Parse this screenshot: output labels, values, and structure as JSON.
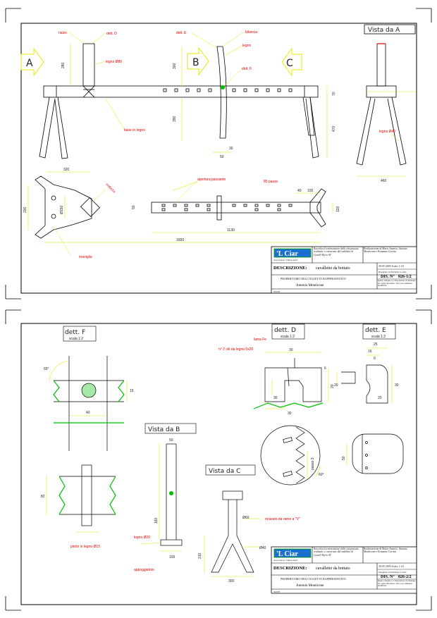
{
  "colors": {
    "outline": "#000000",
    "dimension": "#e8e800",
    "label_red": "#e00000",
    "cut_green": "#00c000",
    "logo_blue": "#1a6fd0",
    "logo_green": "#00a000"
  },
  "sheet1": {
    "view_markers": [
      "A",
      "B",
      "C"
    ],
    "vista_title": "Vista da A",
    "labels": {
      "rialzo": "rialzo",
      "dett_d": "dett. D",
      "dett_e": "dett. E",
      "bilancia": "bilancia",
      "legno": "legno",
      "dett_f": "dett. F",
      "legno_80": "legno Ø80",
      "base_legno": "base in legno",
      "legno_40": "legno Ø40",
      "apertura_passante": "apertura passante",
      "passo": "85 passo",
      "rinforzo": "rinforzo",
      "maniglia": "maniglia"
    },
    "dims": {
      "d280": "280",
      "d300": "300",
      "d390": "390",
      "d70": "70",
      "d470": "470",
      "d30": "30",
      "d50": "50",
      "d320": "320",
      "d200": "200",
      "d150": "Ø150",
      "d50b": "50",
      "d40": "40",
      "d100": "100",
      "d120": "120",
      "d1130": "1130",
      "d1650": "1650",
      "d460": "460"
    },
    "title_block": {
      "logo": "'L Ciar",
      "logo_sub": "Associazione \"Chièssa mete\"",
      "description_text": "Raccolta di testimonianze della vita passata, realizzate e conservate dal sodalizio di Castell'Alfero AT",
      "authors": "Realizzazione di Mario Amerio, Antonio Monticone e Ermanno Corrias",
      "date_scale": "30-05-2005 Scala: 1:10",
      "drawn_by": "Disegnato da Ermanno Corrias",
      "descrizione_label": "DESCRIZIONE:",
      "descrizione_value": "cavalletto da bottaio",
      "dis_label": "DIS. N°",
      "dis_value": "026-1/2",
      "owner_label": "PROPRIETARIO DELL'OGGETTO RAPPRESENTATO",
      "owner_value": "Antonio Monticone",
      "notice": "Questo disegno è a disposizione di chiunque ne voglia riprodurre. Non sono ammesse modifiche.",
      "note_label": "NOTE"
    }
  },
  "sheet2": {
    "dett_f": {
      "title": "dett. F",
      "scale": "scala 1:2"
    },
    "dett_d": {
      "title": "dett. D",
      "scale": "scala 1:2"
    },
    "dett_e": {
      "title": "dett. E",
      "scale": "scala 1:2"
    },
    "vista_b": "Vista da B",
    "vista_c": "Vista da C",
    "labels": {
      "lama_fe": "lama Fe",
      "viti": "n° 2 viti da legno 5x20",
      "perno": "pirolo in legno Ø15",
      "legno_20": "legno Ø20",
      "appoggiatoio": "appoggiatoio",
      "ricavato": "ricavato da ramo a \"V\"",
      "legno_60": "Ø60",
      "legno_40": "Ø40"
    },
    "dims": {
      "a65": "65°",
      "d15": "15",
      "d40": "40",
      "d82": "82",
      "d50": "50",
      "d160": "160",
      "d100": "100",
      "d30": "30",
      "d6": "6",
      "d20": "20",
      "d25": "25",
      "d16": "16",
      "d60deg": "60°",
      "d210": "210",
      "d300": "300",
      "passo3": "passo 3"
    },
    "title_block": {
      "logo": "'L Ciar",
      "logo_sub": "Associazione \"Chièssa mete\"",
      "description_text": "Raccolta di testimonianze della vita passata, realizzate e conservate dal sodalizio di Castell'Alfero AT",
      "authors": "Realizzazione di Mario Amerio, Antonio Monticone e Ermanno Corrias",
      "date_scale": "30-05-2005 Scala: 1:10",
      "drawn_by": "Disegnato da Ermanno Corrias",
      "descrizione_label": "DESCRIZIONE:",
      "descrizione_value": "cavalletto da bottaio",
      "dis_label": "DIS. N°",
      "dis_value": "026-2/2",
      "owner_label": "PROPRIETARIO DELL'OGGETTO RAPPRESENTATO",
      "owner_value": "Antonio Monticone",
      "notice": "Questo disegno è a disposizione di chiunque ne voglia riprodurre. Non sono ammesse modifiche.",
      "note_label": "NOTE"
    }
  }
}
